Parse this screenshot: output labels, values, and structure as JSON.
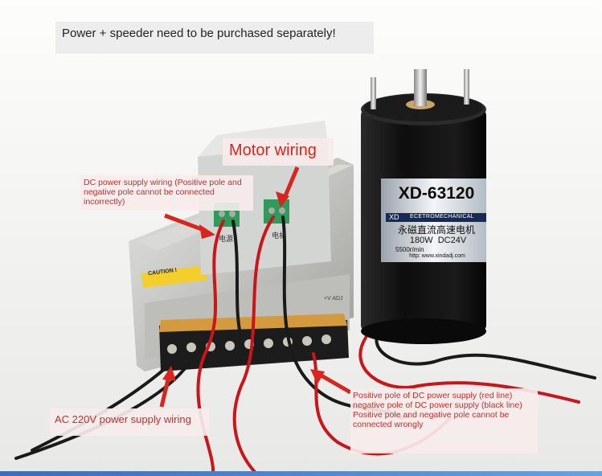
{
  "notice": "Power + speeder need to be purchased separately!",
  "motor_wiring_title": "Motor wiring",
  "dc_power_wiring": "DC power supply wiring (Positive pole and negative pole cannot be connected incorrectly)",
  "ac_power_wiring": "AC 220V power supply wiring",
  "polarity_note": {
    "line1": "Positive pole of DC power supply (red line)",
    "line2": "negative pole of DC power supply (black line)",
    "line3": "Positive pole and negative pole cannot be",
    "line4": "connected wrongly"
  },
  "motor_label": {
    "model": "XD-63120",
    "brand": "XD",
    "type": "ECETROMECHANICAL",
    "chinese_name": "永磁直流高速电机",
    "power_voltage": "180W  DC24V",
    "speed": "5500r/min",
    "url": "http: www.xindadj.com"
  },
  "psu_label": {
    "caution": "CAUTION !",
    "terminal_left": "电源",
    "terminal_right": "电机",
    "adj": "+V ADJ"
  },
  "colors": {
    "arrow_red": "#d8261f",
    "wire_red": "#c8161a",
    "wire_black": "#1a1a1a",
    "motor_body": "#151515",
    "psu_metal": "#c9c9c6"
  }
}
